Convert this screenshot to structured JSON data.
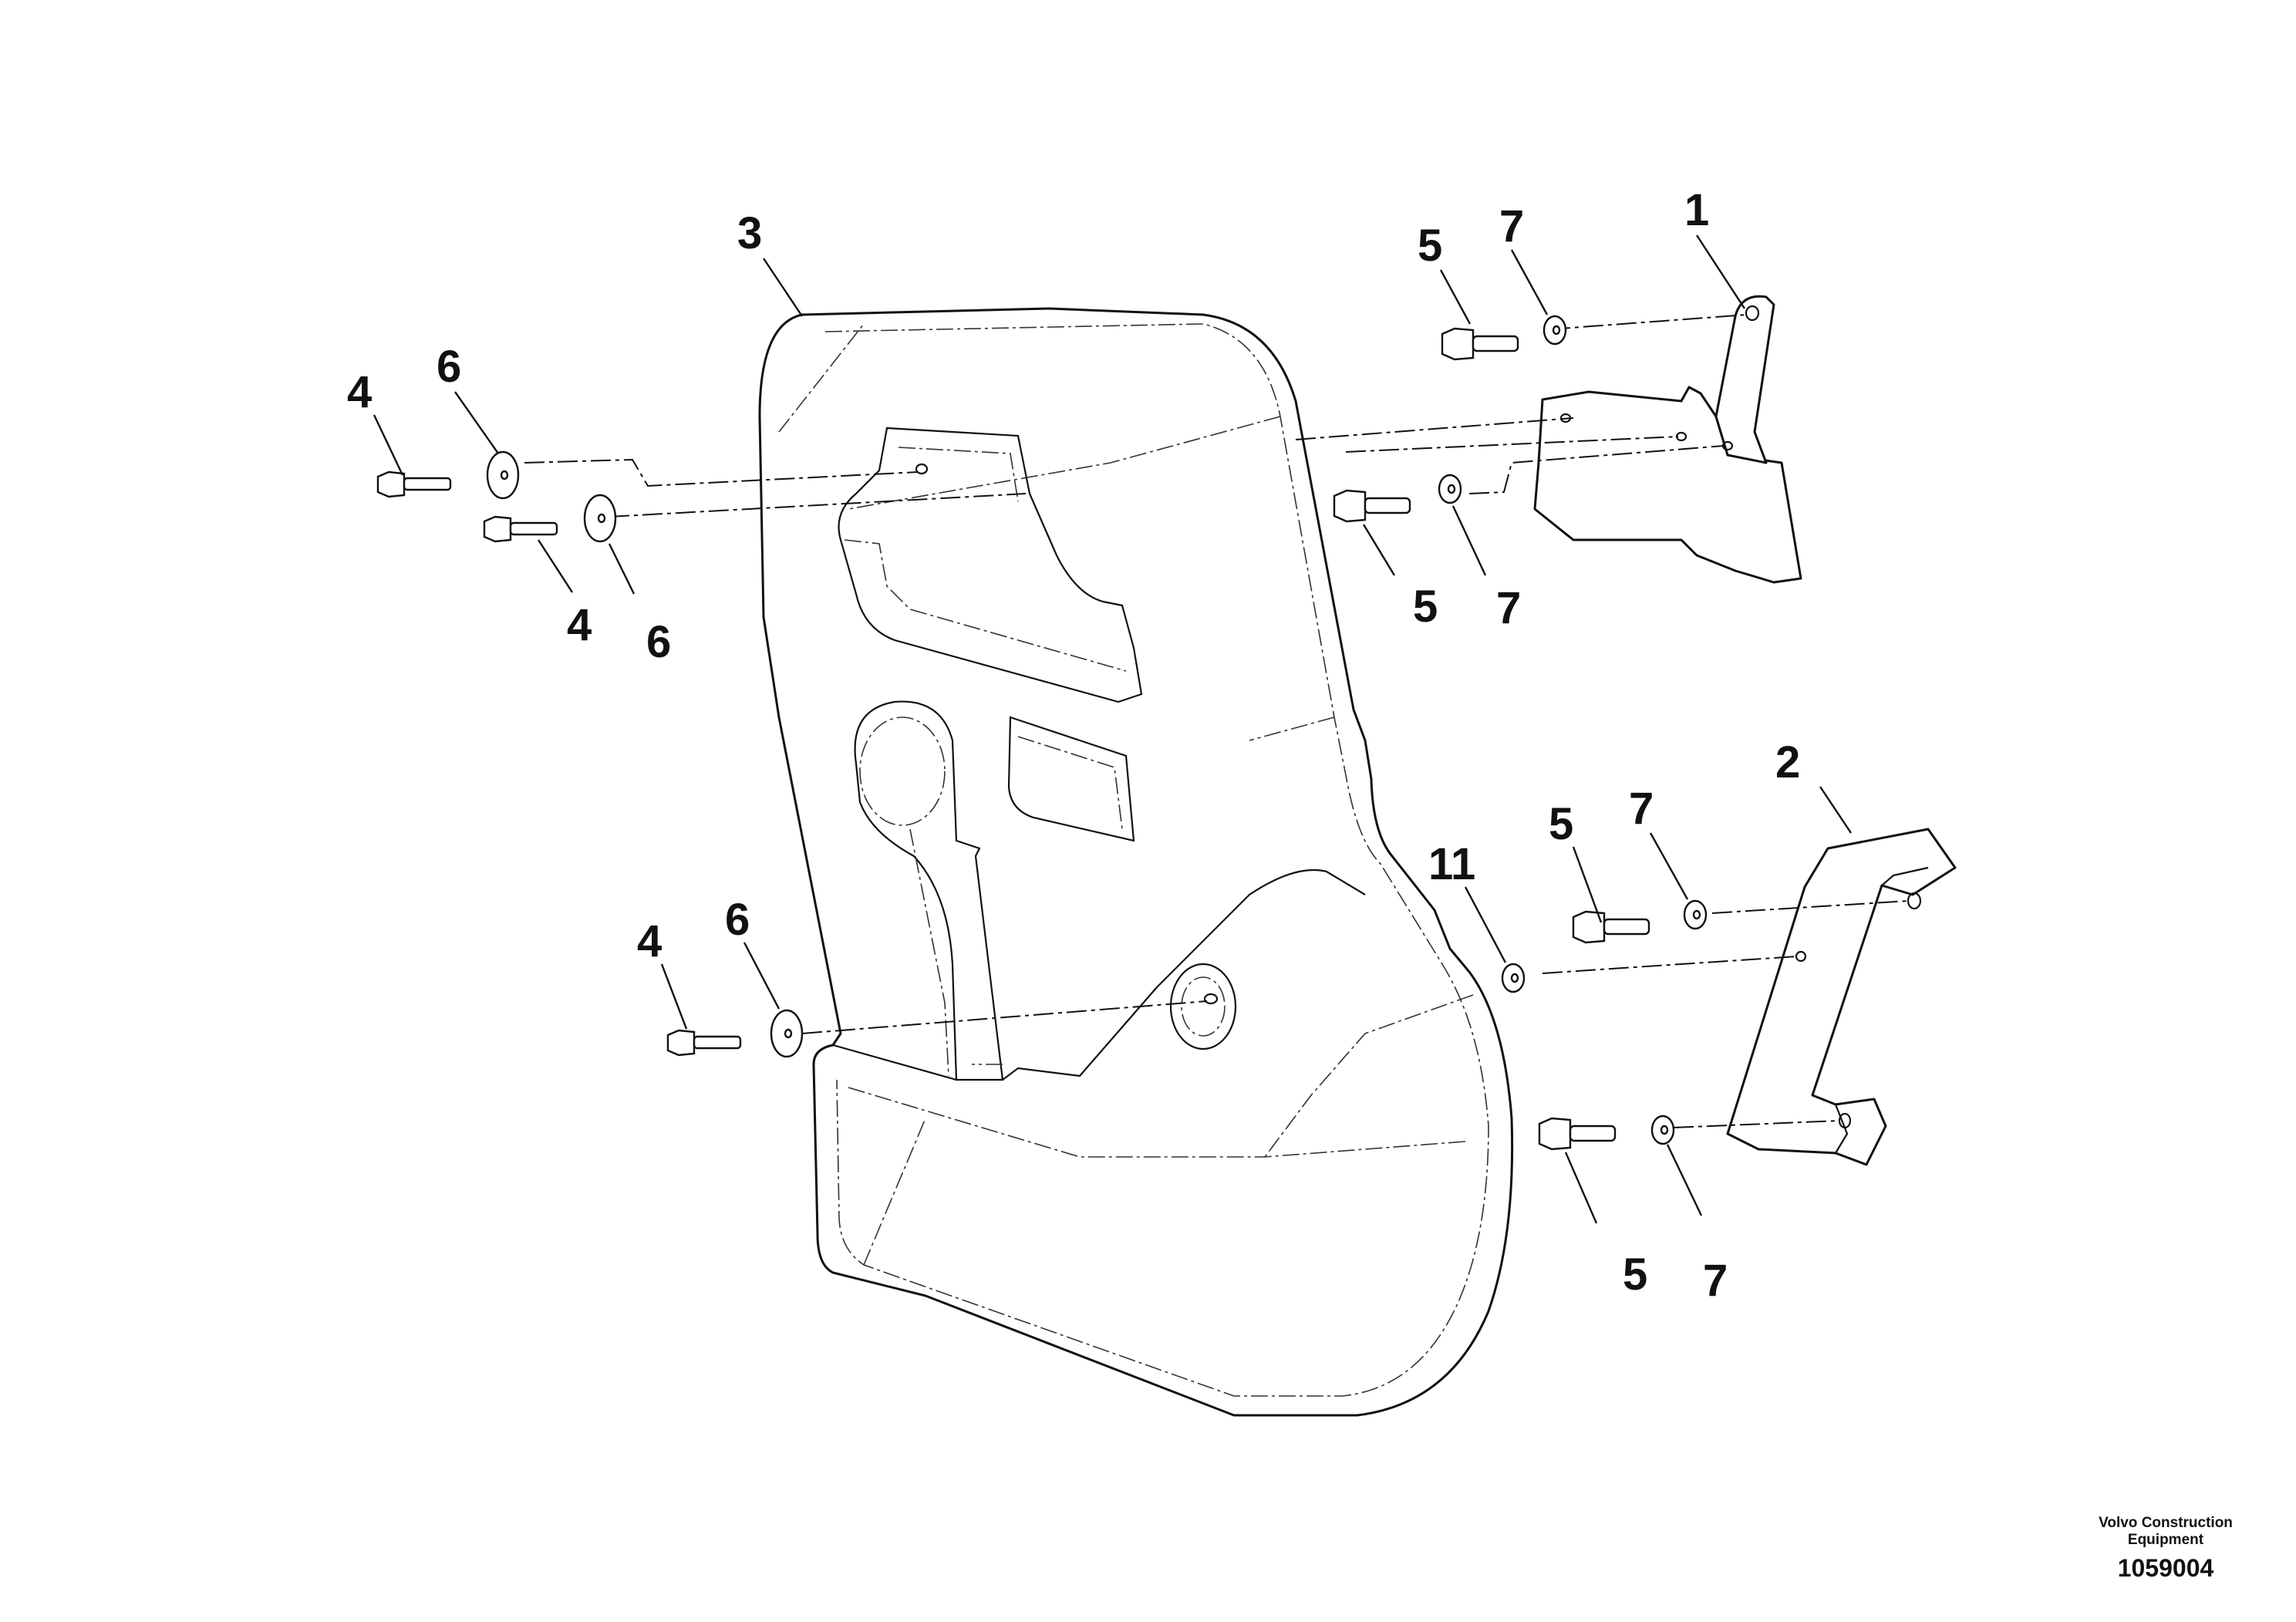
{
  "callouts": {
    "c1": "1",
    "c2": "2",
    "c3": "3",
    "c4a": "4",
    "c4b": "4",
    "c4c": "4",
    "c5a": "5",
    "c5b": "5",
    "c5c": "5",
    "c5d": "5",
    "c6a": "6",
    "c6b": "6",
    "c6c": "6",
    "c7a": "7",
    "c7b": "7",
    "c7c": "7",
    "c7d": "7",
    "c11": "11"
  },
  "footer": {
    "brand_line1": "Volvo Construction",
    "brand_line2": "Equipment",
    "document_number": "1059004"
  }
}
